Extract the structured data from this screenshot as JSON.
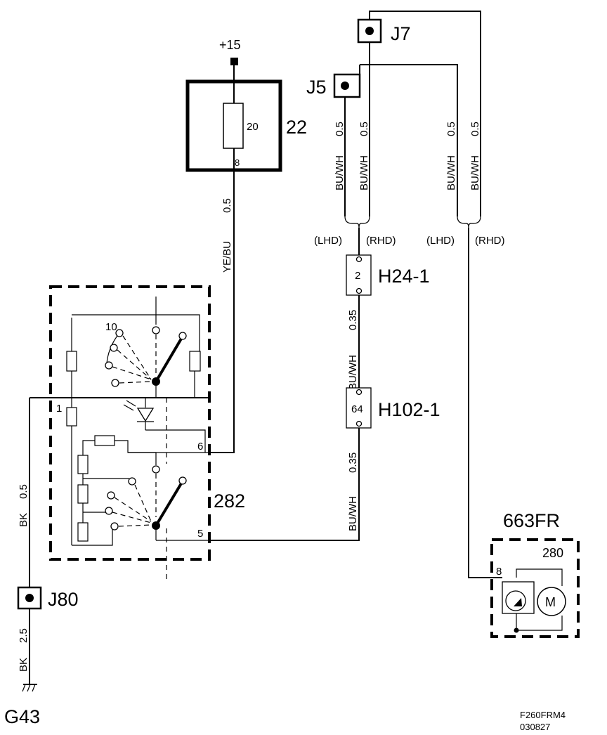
{
  "supply": {
    "label": "+15"
  },
  "fuse_box": {
    "id": "22",
    "fuse_rating": "20",
    "pin": "8"
  },
  "wires": {
    "fuse_to_switch": {
      "color": "YE/BU",
      "size": "0.5"
    },
    "j5_lhd": {
      "color": "BU/WH",
      "size": "0.5"
    },
    "j5_rhd": {
      "color": "BU/WH",
      "size": "0.5"
    },
    "j7_lhd": {
      "color": "BU/WH",
      "size": "0.5"
    },
    "j7_rhd": {
      "color": "BU/WH",
      "size": "0.5"
    },
    "h24_to_h102": {
      "color": "BU/WH",
      "size": "0.35"
    },
    "h102_to_switch": {
      "color": "BU/WH",
      "size": "0.35"
    },
    "switch_to_j80": {
      "color": "BK",
      "size": "0.5"
    },
    "j80_to_ground": {
      "color": "BK",
      "size": "2.5"
    }
  },
  "junctions": {
    "j7": "J7",
    "j5": "J5",
    "j80": "J80"
  },
  "variants": {
    "lhd_left": "(LHD)",
    "rhd_left": "(RHD)",
    "lhd_right": "(LHD)",
    "rhd_right": "(RHD)"
  },
  "connectors": {
    "h24": {
      "name": "H24-1",
      "pin": "2"
    },
    "h102": {
      "name": "H102-1",
      "pin": "64"
    }
  },
  "switch": {
    "id": "282",
    "pin_top": "10",
    "pin_left": "1",
    "pin_6": "6",
    "pin_5": "5"
  },
  "motor": {
    "id": "663FR",
    "sub_id": "280",
    "pin": "8",
    "symbol": "M"
  },
  "ground": {
    "label": "G43"
  },
  "footer": {
    "figure_code": "F260FRM4",
    "date_code": "030827"
  }
}
